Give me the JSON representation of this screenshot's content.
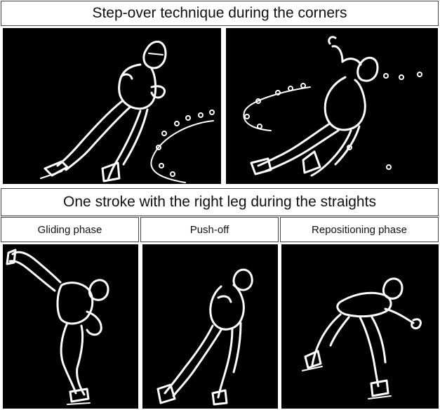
{
  "figure": {
    "corners_title": "Step-over technique during the corners",
    "straights_title": "One stroke with the right leg during the straights",
    "phases": [
      {
        "label": "Gliding phase"
      },
      {
        "label": "Push-off"
      },
      {
        "label": "Repositioning phase"
      }
    ]
  },
  "colors": {
    "panel_background": "#000000",
    "outline": "#ffffff",
    "label_background": "#ffffff"
  }
}
